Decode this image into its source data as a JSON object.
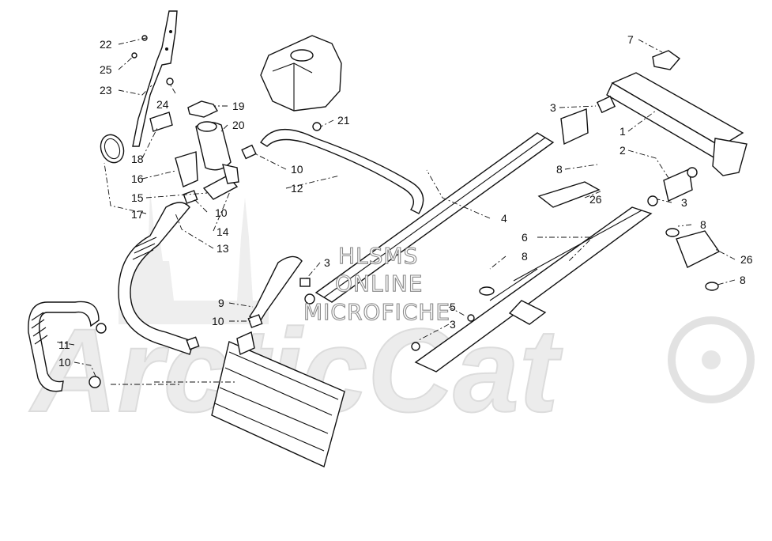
{
  "watermark": {
    "logo_text": "ArcticCat",
    "line1": "HLSMS",
    "line2": "ONLINE",
    "line3": "MICROFICHE"
  },
  "callouts": [
    {
      "id": "c22",
      "text": "22"
    },
    {
      "id": "c25",
      "text": "25"
    },
    {
      "id": "c23",
      "text": "23"
    },
    {
      "id": "c24",
      "text": "24"
    },
    {
      "id": "c19",
      "text": "19"
    },
    {
      "id": "c20",
      "text": "20"
    },
    {
      "id": "c21",
      "text": "21"
    },
    {
      "id": "c18",
      "text": "18"
    },
    {
      "id": "c16",
      "text": "16"
    },
    {
      "id": "c15",
      "text": "15"
    },
    {
      "id": "c17",
      "text": "17"
    },
    {
      "id": "c10a",
      "text": "10"
    },
    {
      "id": "c12",
      "text": "12"
    },
    {
      "id": "c10b",
      "text": "10"
    },
    {
      "id": "c14",
      "text": "14"
    },
    {
      "id": "c13",
      "text": "13"
    },
    {
      "id": "c3a",
      "text": "3"
    },
    {
      "id": "c9",
      "text": "9"
    },
    {
      "id": "c10c",
      "text": "10"
    },
    {
      "id": "c11",
      "text": "11"
    },
    {
      "id": "c10d",
      "text": "10"
    },
    {
      "id": "c7",
      "text": "7"
    },
    {
      "id": "c3b",
      "text": "3"
    },
    {
      "id": "c1",
      "text": "1"
    },
    {
      "id": "c2",
      "text": "2"
    },
    {
      "id": "c8a",
      "text": "8"
    },
    {
      "id": "c26a",
      "text": "26"
    },
    {
      "id": "c3c",
      "text": "3"
    },
    {
      "id": "c4",
      "text": "4"
    },
    {
      "id": "c8b",
      "text": "8"
    },
    {
      "id": "c6",
      "text": "6"
    },
    {
      "id": "c8c",
      "text": "8"
    },
    {
      "id": "c26b",
      "text": "26"
    },
    {
      "id": "c8d",
      "text": "8"
    },
    {
      "id": "c5",
      "text": "5"
    },
    {
      "id": "c3d",
      "text": "3"
    }
  ]
}
